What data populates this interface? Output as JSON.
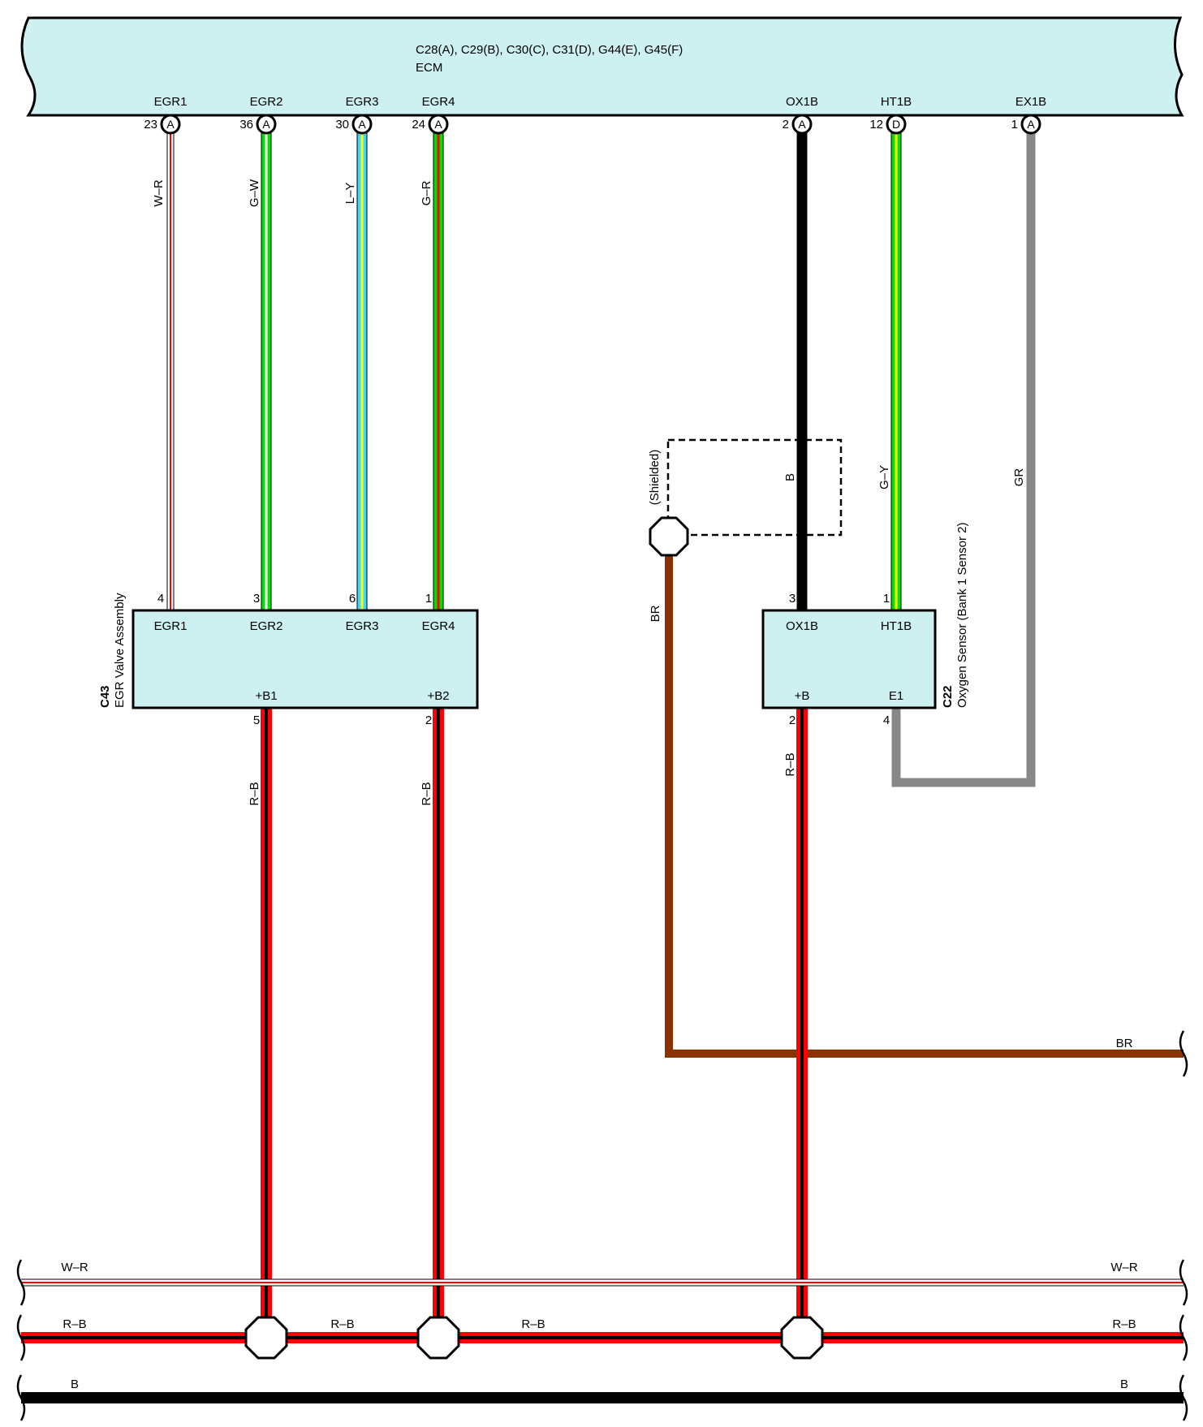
{
  "ecm": {
    "connectors": "C28(A), C29(B), C30(C), C31(D), G44(E), G45(F)",
    "name": "ECM",
    "fill": "#cdf0f0",
    "pins": [
      {
        "name": "EGR1",
        "num": "23",
        "conn": "A"
      },
      {
        "name": "EGR2",
        "num": "36",
        "conn": "A"
      },
      {
        "name": "EGR3",
        "num": "30",
        "conn": "A"
      },
      {
        "name": "EGR4",
        "num": "24",
        "conn": "A"
      },
      {
        "name": "OX1B",
        "num": "2",
        "conn": "A"
      },
      {
        "name": "HT1B",
        "num": "12",
        "conn": "D"
      },
      {
        "name": "EX1B",
        "num": "1",
        "conn": "A"
      }
    ]
  },
  "egr_valve": {
    "code": "C43",
    "name": "EGR Valve Assembly",
    "top_pins": [
      {
        "name": "EGR1",
        "num": "4"
      },
      {
        "name": "EGR2",
        "num": "3"
      },
      {
        "name": "EGR3",
        "num": "6"
      },
      {
        "name": "EGR4",
        "num": "1"
      }
    ],
    "bottom_pins": [
      {
        "name": "+B1",
        "num": "5"
      },
      {
        "name": "+B2",
        "num": "2"
      }
    ]
  },
  "o2_sensor": {
    "code": "C22",
    "name": "Oxygen Sensor (Bank 1 Sensor 2)",
    "top_pins": [
      {
        "name": "OX1B",
        "num": "3"
      },
      {
        "name": "HT1B",
        "num": "1"
      }
    ],
    "bottom_pins": [
      {
        "name": "+B",
        "num": "2"
      },
      {
        "name": "E1",
        "num": "4"
      }
    ]
  },
  "shield_label": "(Shielded)",
  "wires": {
    "egr1": "W–R",
    "egr2": "G–W",
    "egr3": "L–Y",
    "egr4": "G–R",
    "ox1b": "B",
    "ht1b": "G–Y",
    "ex1b": "GR",
    "shield": "BR",
    "b1": "R–B",
    "b2": "R–B",
    "o2b": "R–B"
  },
  "buses": [
    {
      "name": "BR",
      "right_label": "BR"
    },
    {
      "name": "W–R",
      "left_label": "W–R",
      "right_label": "W–R"
    },
    {
      "name": "R–B",
      "left_label": "R–B",
      "mid1_label": "R–B",
      "mid2_label": "R–B",
      "right_label": "R–B"
    },
    {
      "name": "B",
      "left_label": "B",
      "right_label": "B"
    }
  ],
  "colors": {
    "red": "#ff0000",
    "green": "#00e000",
    "blue": "#3dd8ff",
    "yellow": "#ffff00",
    "black": "#000000",
    "gray": "#888888",
    "brown": "#8b3300",
    "white": "#ffffff",
    "component_fill": "#cdf0f0"
  }
}
